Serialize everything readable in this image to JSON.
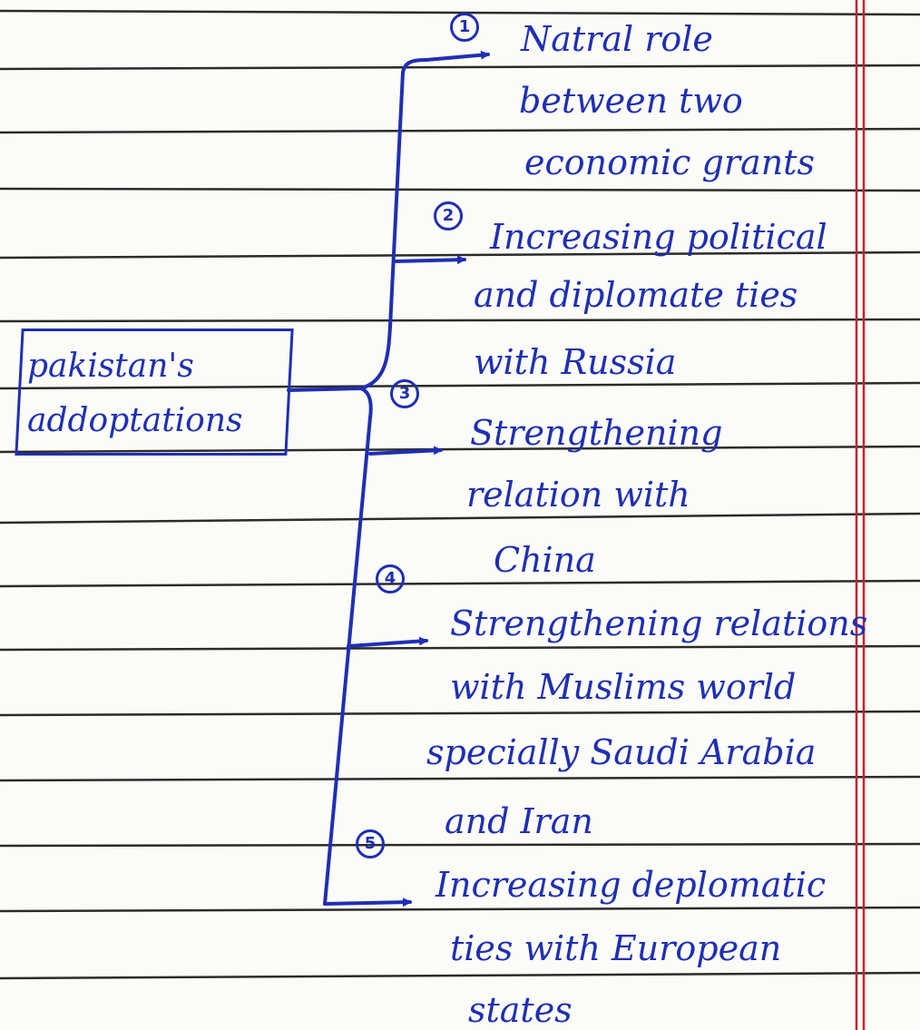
{
  "central_node": {
    "lines": [
      "pakistan's",
      "addoptations"
    ]
  },
  "branches": [
    {
      "number": "1",
      "lines": [
        "Natral role",
        "between two",
        "economic grants"
      ]
    },
    {
      "number": "2",
      "lines": [
        "Increasing political",
        "and diplomate ties",
        "with Russia"
      ]
    },
    {
      "number": "3",
      "lines": [
        "Strengthening",
        "relation with",
        "China"
      ]
    },
    {
      "number": "4",
      "lines": [
        "Strengthening relations",
        "with Muslims world",
        "specially Saudi Arabia",
        "and Iran"
      ]
    },
    {
      "number": "5",
      "lines": [
        "Increasing deplomatic",
        "ties with European",
        "states"
      ]
    }
  ],
  "colors": {
    "ink": "#1f2fb4",
    "ruled_line": "#2b2b2b",
    "margin_line": "#c8202a",
    "paper": "#fbfbf7"
  }
}
